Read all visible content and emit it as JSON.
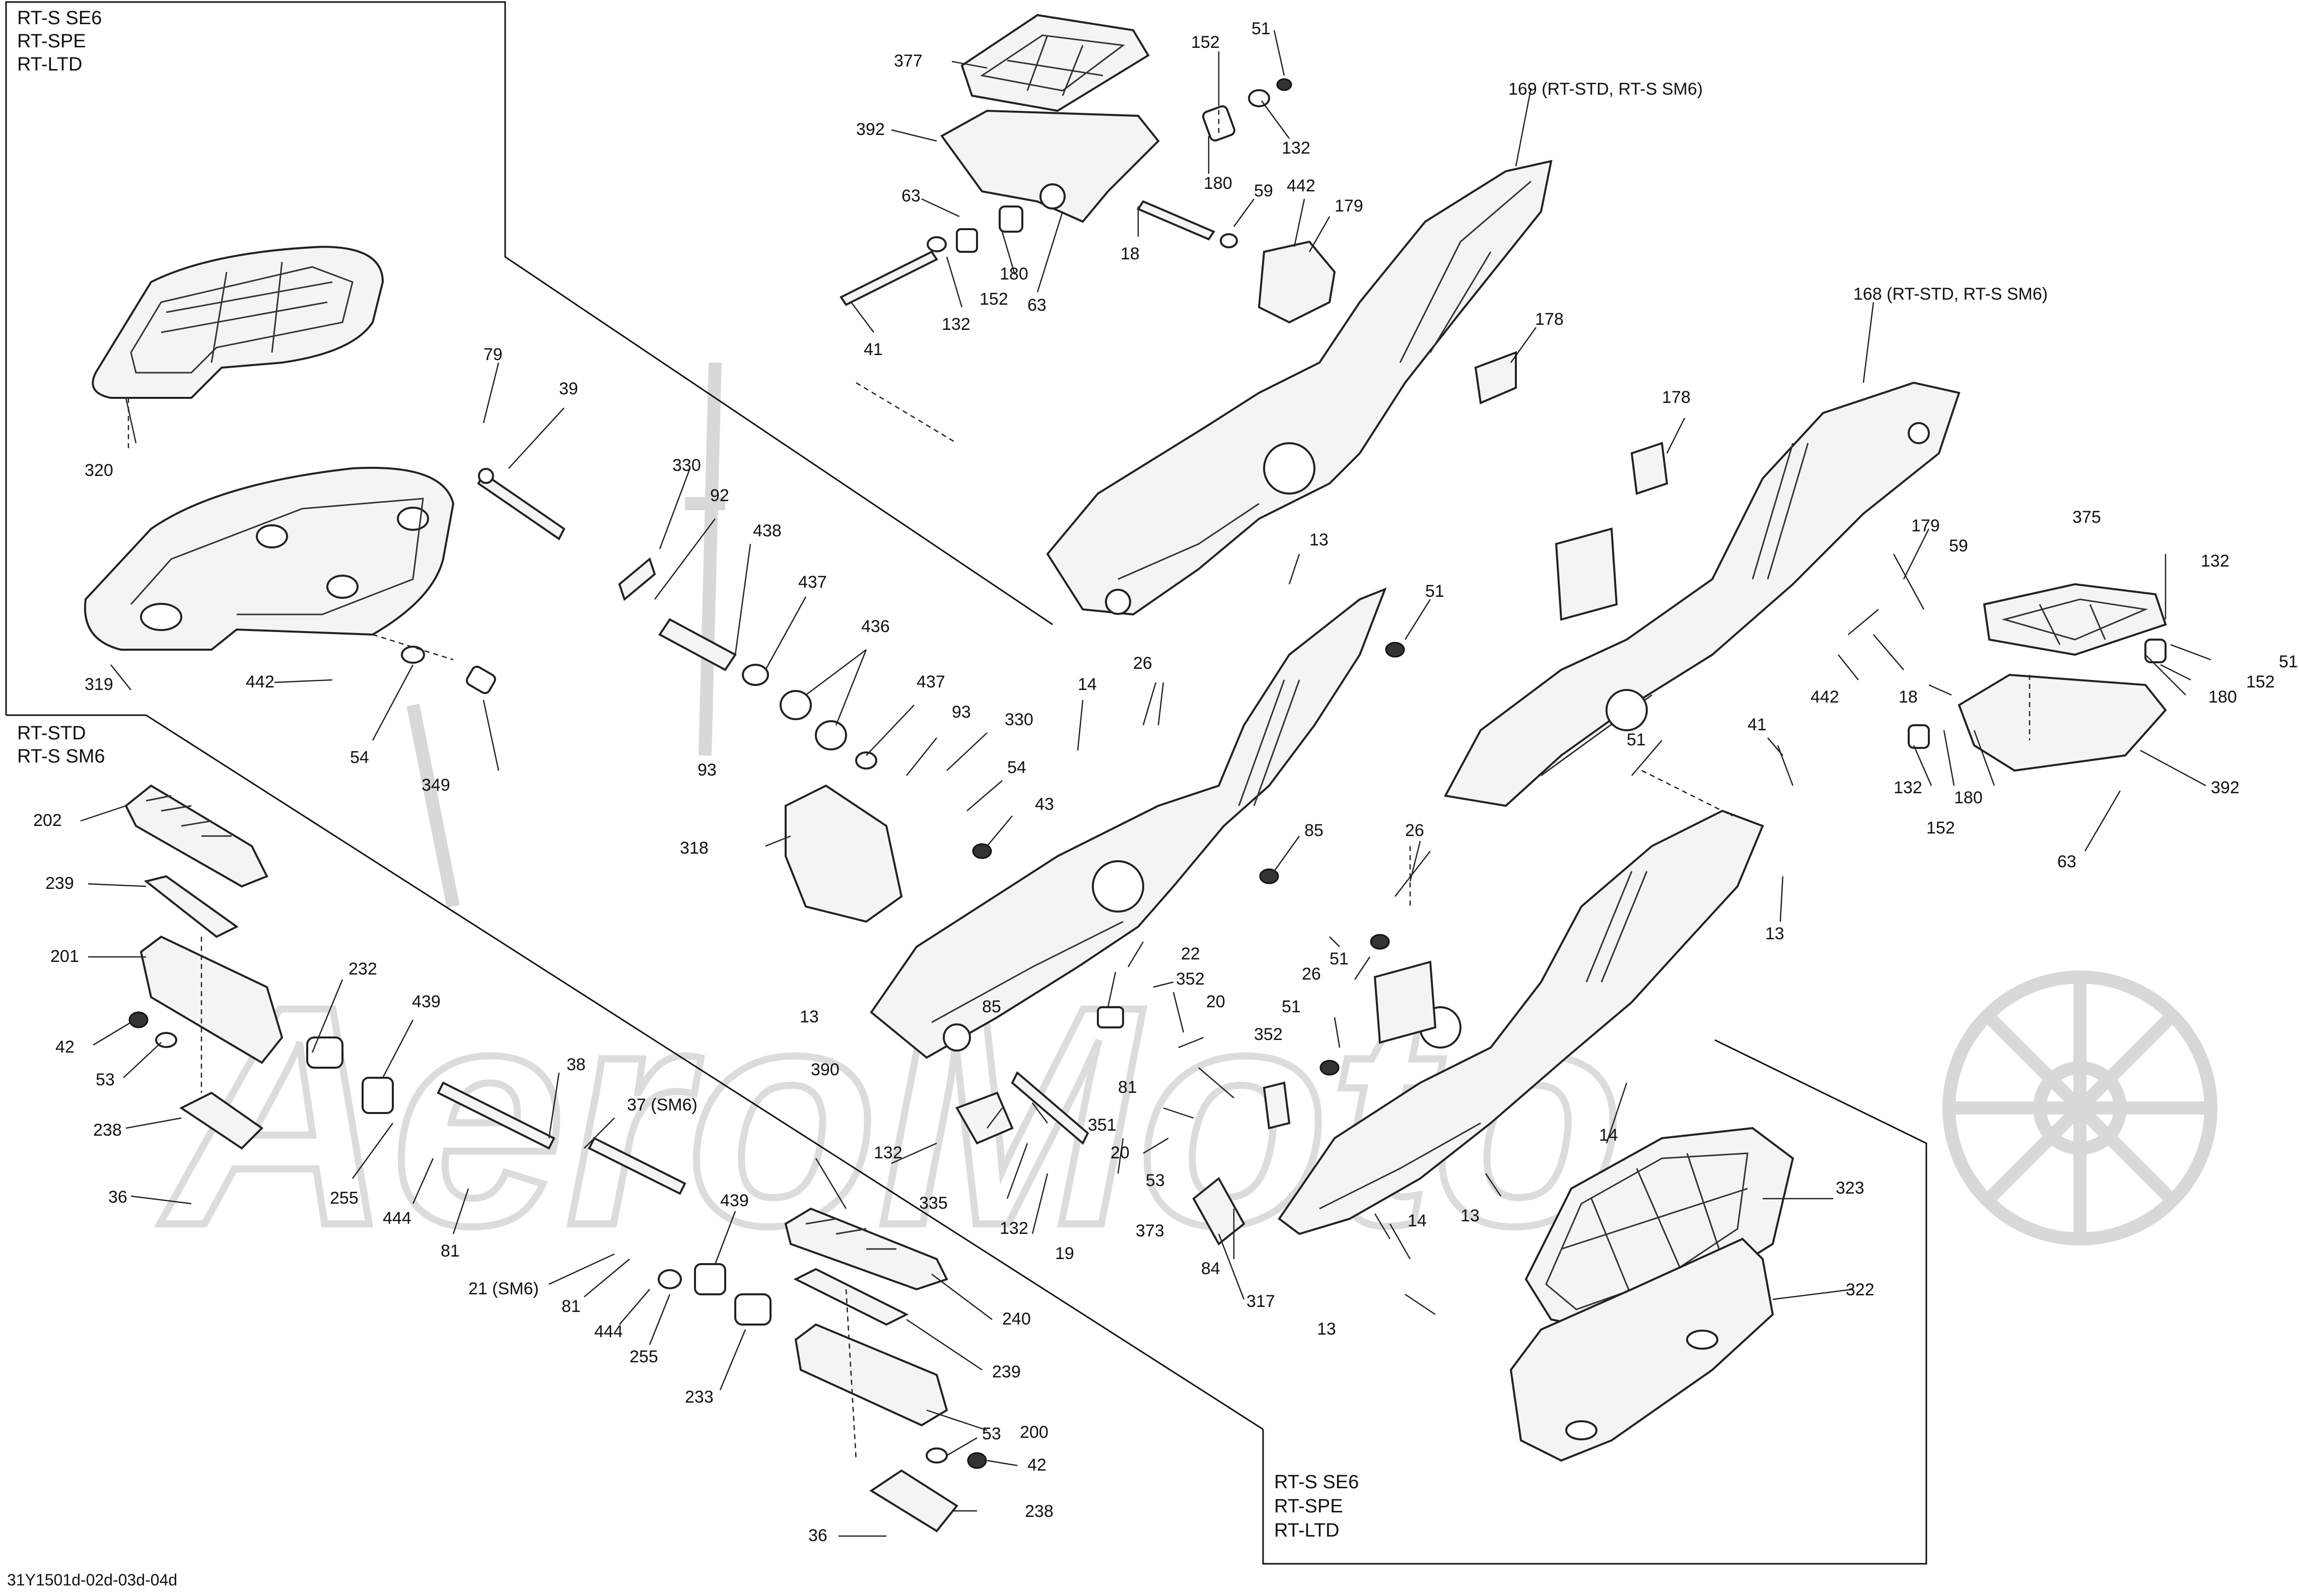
{
  "variant_boxes": {
    "top_left": [
      "RT-S SE6",
      "RT-SPE",
      "RT-LTD"
    ],
    "mid_left": [
      "RT-STD",
      "RT-S SM6"
    ],
    "bottom_right": [
      "RT-S SE6",
      "RT-SPE",
      "RT-LTD"
    ]
  },
  "footer": {
    "diagram_code": "31Y1501d-02d-03d-04d"
  },
  "callouts": {
    "c377": "377",
    "c392a": "392",
    "c152a": "152",
    "c51a": "51",
    "c132a": "132",
    "c180a": "180",
    "c63a": "63",
    "c59a": "59",
    "c442a": "442",
    "c179a": "179",
    "c18a": "18",
    "c180b": "180",
    "c41a": "41",
    "c132b": "132",
    "c152b": "152",
    "c63b": "63",
    "c169": "169 (RT-STD, RT-S SM6)",
    "c178a": "178",
    "c168": "168 (RT-STD, RT-S SM6)",
    "c178b": "178",
    "c320": "320",
    "c79": "79",
    "c39": "39",
    "c330a": "330",
    "c92": "92",
    "c438": "438",
    "c437a": "437",
    "c436": "436",
    "c437b": "437",
    "c93a": "93",
    "c93b": "93",
    "c330b": "330",
    "c54a": "54",
    "c43": "43",
    "c318": "318",
    "c319": "319",
    "c442b": "442",
    "c54b": "54",
    "c349": "349",
    "c13a": "13",
    "c51b": "51",
    "c14a": "14",
    "c26a": "26",
    "c85a": "85",
    "c22": "22",
    "c352a": "352",
    "c20a": "20",
    "c13b": "13",
    "c390": "390",
    "c85b": "85",
    "c81a": "81",
    "c351": "351",
    "c352b": "352",
    "c132c": "132",
    "c335": "335",
    "c132d": "132",
    "c19": "19",
    "c20b": "20",
    "c53a": "53",
    "c373": "373",
    "c84": "84",
    "c317": "317",
    "c14b": "14",
    "c13c": "13",
    "c13d": "13",
    "c14c": "14",
    "c51c": "51",
    "c26b": "26",
    "c51d": "51",
    "c26c": "26",
    "c51e": "51",
    "c13e": "13",
    "c179b": "179",
    "c59b": "59",
    "c442c": "442",
    "c18b": "18",
    "c375": "375",
    "c132e": "132",
    "c51f": "51",
    "c152c": "152",
    "c180c": "180",
    "c392b": "392",
    "c41b": "41",
    "c132f": "132",
    "c152d": "152",
    "c180d": "180",
    "c63c": "63",
    "c323": "323",
    "c322": "322",
    "c202": "202",
    "c239a": "239",
    "c201": "201",
    "c42a": "42",
    "c53b": "53",
    "c232": "232",
    "c439a": "439",
    "c238a": "238",
    "c36a": "36",
    "c255a": "255",
    "c444a": "444",
    "c81b": "81",
    "c38": "38",
    "c37": "37 (SM6)",
    "c21": "21 (SM6)",
    "c81c": "81",
    "c444b": "444",
    "c255b": "255",
    "c439b": "439",
    "c240": "240",
    "c239b": "239",
    "c233": "233",
    "c200": "200",
    "c53c": "53",
    "c42b": "42",
    "c238b": "238",
    "c36b": "36"
  },
  "watermark": {
    "text": "AeroMoto"
  }
}
